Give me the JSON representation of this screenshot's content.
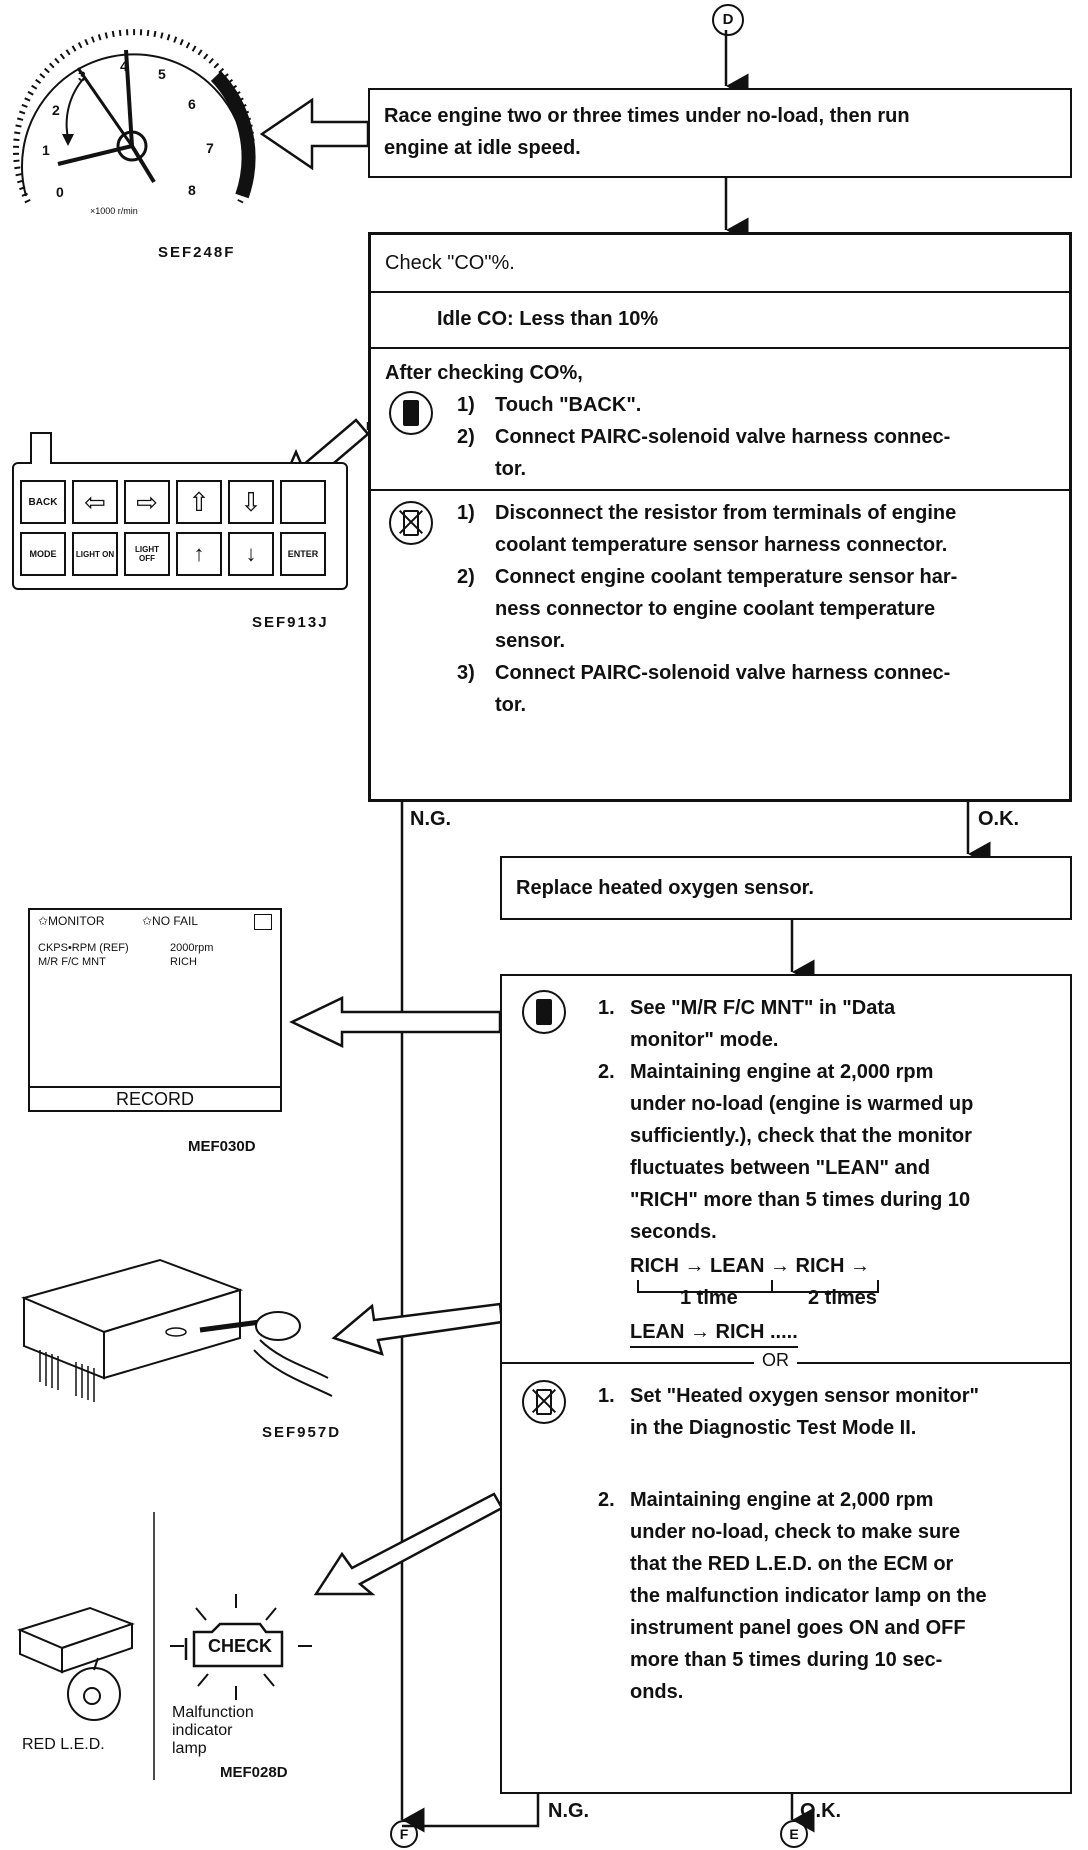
{
  "connectors": {
    "top": "D",
    "bottom_left": "F",
    "bottom_right": "E"
  },
  "figures": {
    "tachometer": {
      "caption": "SEF248F",
      "scale_label": "×1000 r/min",
      "ticks": [
        "0",
        "1",
        "2",
        "3",
        "4",
        "5",
        "6",
        "7",
        "8"
      ]
    },
    "keypad": {
      "caption": "SEF913J",
      "keys_row1": [
        "BACK",
        "⇦",
        "⇨",
        "⇧",
        "⇩",
        ""
      ],
      "keys_row2": [
        "MODE",
        "LIGHT ON",
        "LIGHT OFF",
        "↑",
        "↓",
        "ENTER"
      ]
    },
    "monitor": {
      "caption": "MEF030D",
      "header_left": "✩MONITOR",
      "header_right": "✩NO FAIL",
      "row1_label": "CKPS•RPM (REF)",
      "row1_value": "2000rpm",
      "row2_label": "M/R F/C MNT",
      "row2_value": "RICH",
      "record_label": "RECORD"
    },
    "ecm": {
      "caption": "SEF957D"
    },
    "mil": {
      "caption": "MEF028D",
      "led_label": "RED L.E.D.",
      "check_label": "CHECK",
      "mil_label_1": "Malfunction",
      "mil_label_2": "indicator",
      "mil_label_3": "lamp"
    }
  },
  "box1": {
    "line1": "Race engine two or three times under no-load, then run",
    "line2": "engine at idle speed."
  },
  "box2": {
    "heading": "Check \"CO\"%.",
    "spec": "Idle CO: Less than 10%",
    "after": "After checking CO%,",
    "consult_steps": [
      {
        "num": "1)",
        "text": "Touch \"BACK\"."
      },
      {
        "num": "2)",
        "text": "Connect PAIRC-solenoid valve harness connec-"
      },
      {
        "num": "",
        "text": "tor."
      }
    ],
    "no_tool_steps": [
      {
        "num": "1)",
        "text": "Disconnect the resistor from terminals of engine"
      },
      {
        "num": "",
        "text": "coolant temperature sensor harness connector."
      },
      {
        "num": "2)",
        "text": "Connect engine coolant temperature sensor har-"
      },
      {
        "num": "",
        "text": "ness connector to engine coolant temperature"
      },
      {
        "num": "",
        "text": "sensor."
      },
      {
        "num": "3)",
        "text": "Connect PAIRC-solenoid valve harness connec-"
      },
      {
        "num": "",
        "text": "tor."
      }
    ]
  },
  "branch1": {
    "ng": "N.G.",
    "ok": "O.K."
  },
  "box3": {
    "text": "Replace heated oxygen sensor."
  },
  "box4": {
    "consult_steps": [
      {
        "num": "1.",
        "text": "See \"M/R F/C MNT\" in \"Data"
      },
      {
        "num": "",
        "text": "monitor\" mode."
      },
      {
        "num": "2.",
        "text": "Maintaining engine at 2,000 rpm"
      },
      {
        "num": "",
        "text": "under no-load (engine is warmed up"
      },
      {
        "num": "",
        "text": "sufficiently.), check that the monitor"
      },
      {
        "num": "",
        "text": "fluctuates between \"LEAN\" and"
      },
      {
        "num": "",
        "text": "\"RICH\" more than 5 times during 10"
      },
      {
        "num": "",
        "text": "seconds."
      }
    ],
    "seq_line1": "RICH → LEAN → RICH →",
    "seq_time1": "1 time",
    "seq_time2": "2 times",
    "seq_line2": "LEAN → RICH .....",
    "or_label": "OR",
    "no_tool_steps": [
      {
        "num": "1.",
        "text": "Set \"Heated oxygen sensor monitor\""
      },
      {
        "num": "",
        "text": "in the Diagnostic Test Mode II."
      },
      {
        "num": "",
        "text": ""
      },
      {
        "num": "2.",
        "text": "Maintaining engine at 2,000 rpm"
      },
      {
        "num": "",
        "text": "under no-load, check to make sure"
      },
      {
        "num": "",
        "text": "that the RED L.E.D. on the ECM or"
      },
      {
        "num": "",
        "text": "the malfunction indicator lamp on the"
      },
      {
        "num": "",
        "text": "instrument panel goes ON and OFF"
      },
      {
        "num": "",
        "text": "more than 5 times during 10 sec-"
      },
      {
        "num": "",
        "text": "onds."
      }
    ]
  },
  "branch2": {
    "ng": "N.G.",
    "ok": "O.K."
  }
}
